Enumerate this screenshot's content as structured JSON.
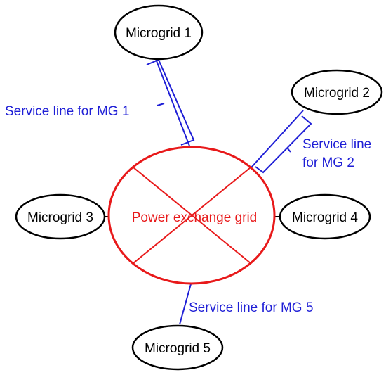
{
  "center": {
    "label": "Power exchange grid",
    "color": "#e8191a"
  },
  "nodes": {
    "mg1": "Microgrid 1",
    "mg2": "Microgrid 2",
    "mg3": "Microgrid 3",
    "mg4": "Microgrid 4",
    "mg5": "Microgrid 5"
  },
  "service_lines": {
    "mg1": [
      "Service line for MG 1"
    ],
    "mg2": [
      "Service line",
      "for MG 2"
    ],
    "mg5": [
      "Service line for MG 5"
    ]
  },
  "colors": {
    "service": "#1f1fd6",
    "node_stroke": "#000000",
    "grid": "#e8191a"
  }
}
